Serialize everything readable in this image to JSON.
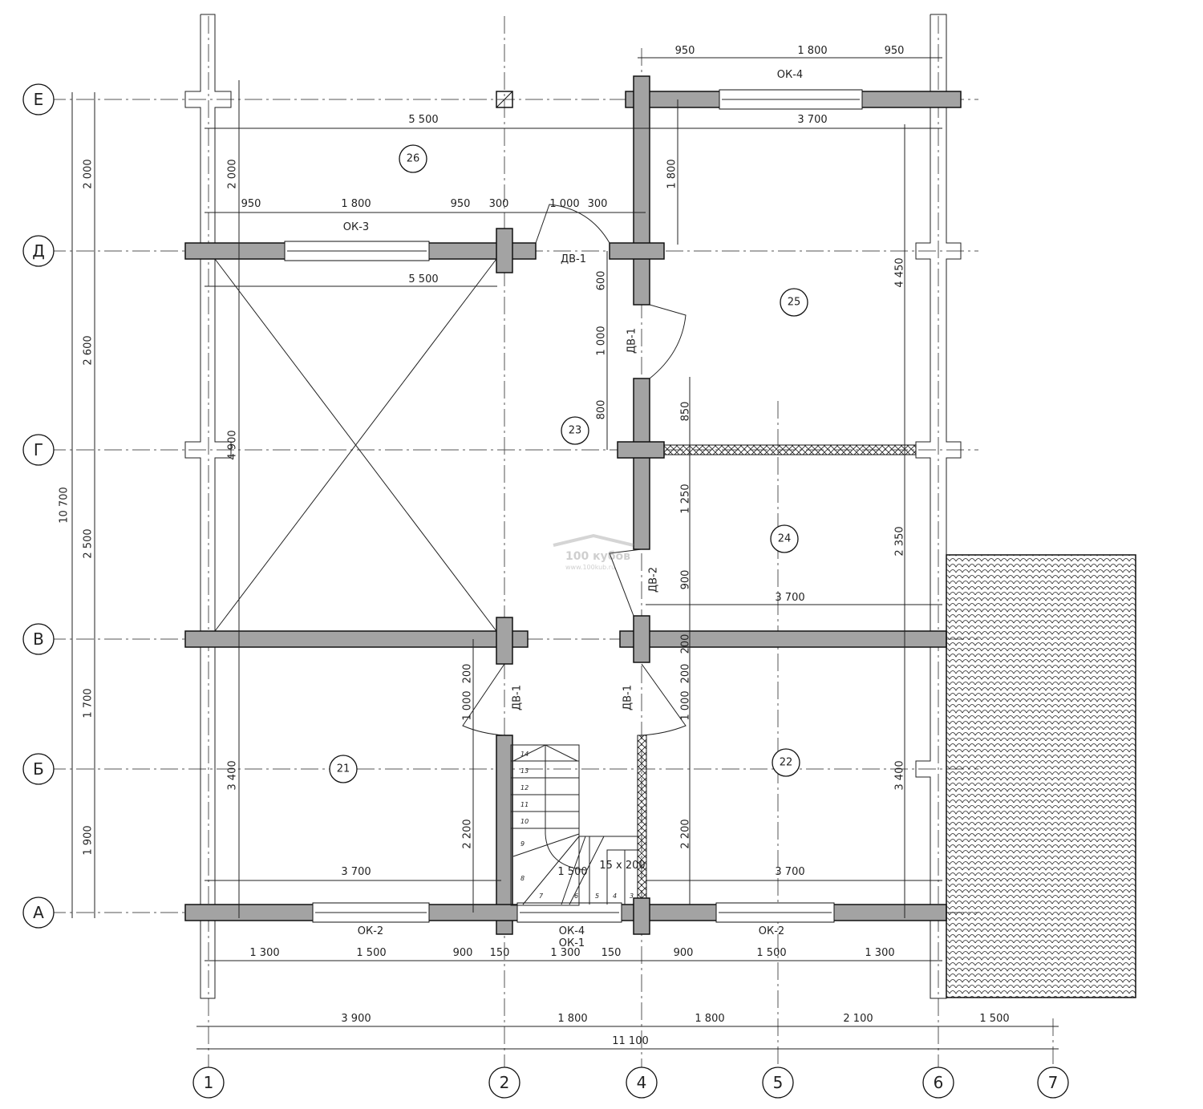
{
  "axes": {
    "rows": [
      "Е",
      "Д",
      "Г",
      "В",
      "Б",
      "А"
    ],
    "columns": [
      "1",
      "2",
      "4",
      "5",
      "6",
      "7"
    ]
  },
  "rooms": [
    "26",
    "25",
    "23",
    "24",
    "21",
    "22"
  ],
  "dimensions": [
    "950",
    "1 800",
    "950",
    "ОК-4",
    "5 500",
    "3 700",
    "2 000",
    "2 000",
    "1 800",
    "950",
    "1 800",
    "950",
    "300",
    "1 000",
    "300",
    "ОК-3",
    "ДВ-1",
    "5 500",
    "600",
    "4 450",
    "1 000",
    "ДВ-1",
    "2 600",
    "800",
    "850",
    "4 900",
    "1 250",
    "2 350",
    "10 700",
    "2 500",
    "ДВ-2",
    "900",
    "3 700",
    "200",
    "200",
    "200",
    "1 000",
    "ДВ-1",
    "ДВ-1",
    "1 000",
    "1 700",
    "3 400",
    "3 400",
    "2 200",
    "2 200",
    "1 900",
    "3 700",
    "1 500",
    "3 700",
    "15 x 200",
    "ОК-2",
    "ОК-4",
    "ОК-1",
    "ОК-2",
    "1 300",
    "1 500",
    "900",
    "150",
    "1 300",
    "150",
    "900",
    "1 500",
    "1 300",
    "3 900",
    "1 800",
    "1 800",
    "2 100",
    "1 500",
    "11 100"
  ],
  "stairs": [
    "14",
    "13",
    "12",
    "11",
    "10",
    "9",
    "8",
    "7",
    "6",
    "5",
    "4",
    "3"
  ],
  "watermark": {
    "brand": "100 кубов",
    "url": "www.100kub.ru"
  }
}
